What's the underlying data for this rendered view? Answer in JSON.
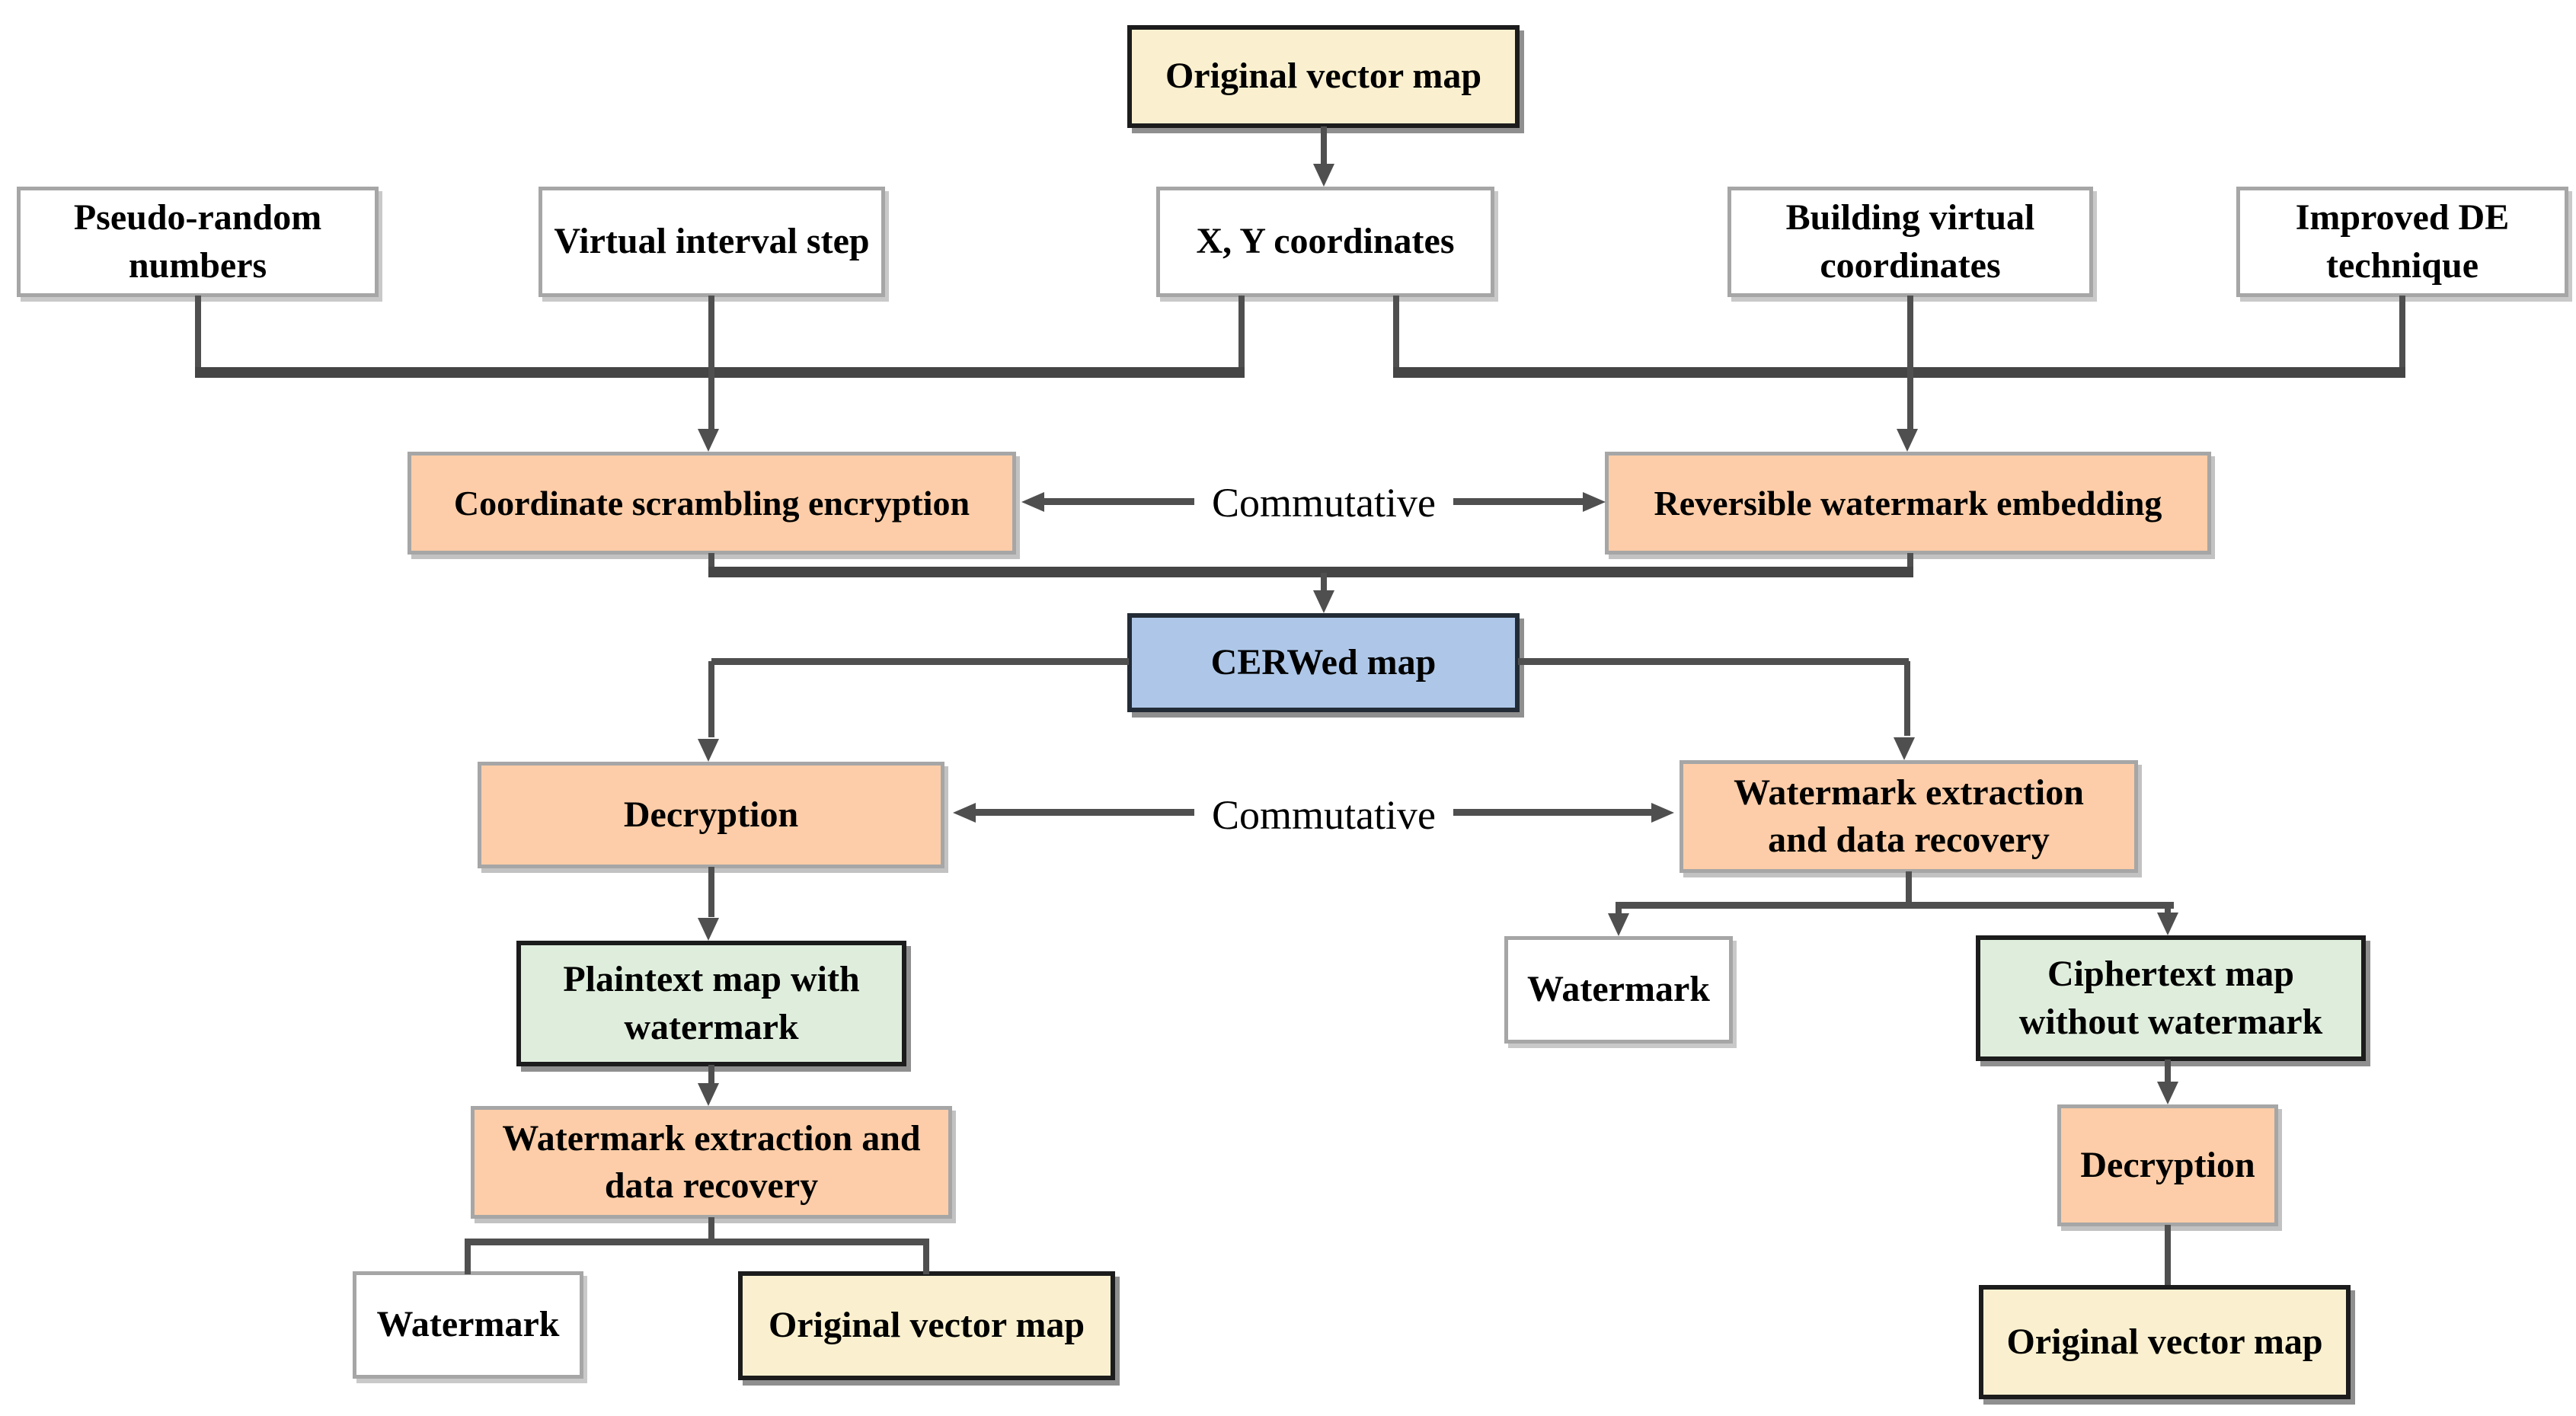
{
  "diagram": {
    "description": "Flowchart of commutative encryption and reversible watermarking (CERW) for vector maps",
    "palette": {
      "yellow_box": "#FAF0CF",
      "orange_box": "#FCCDA8",
      "blue_box": "#AEC7E8",
      "green_box": "#DFEEDC",
      "white_box": "#FFFFFF",
      "gray_border": "#A6A6A6",
      "black_border": "#1C1C1C",
      "connector_line": "#4F4F4F",
      "text": "#000000"
    },
    "nodes": {
      "original_top": {
        "label": "Original vector map",
        "kind": "yellow"
      },
      "pseudo_random": {
        "label": "Pseudo-random numbers",
        "kind": "white"
      },
      "virtual_interval": {
        "label": "Virtual interval step",
        "kind": "white"
      },
      "xy_coordinates": {
        "label": "X, Y coordinates",
        "kind": "white"
      },
      "building_virtual": {
        "label": "Building virtual coordinates",
        "kind": "white"
      },
      "improved_de": {
        "label": "Improved DE technique",
        "kind": "white"
      },
      "coordinate_scrambling": {
        "label": "Coordinate scrambling encryption",
        "kind": "orange"
      },
      "commutative_top": {
        "label": "Commutative",
        "kind": "plain"
      },
      "reversible_embedding": {
        "label": "Reversible watermark embedding",
        "kind": "orange"
      },
      "cerwed_map": {
        "label": "CERWed map",
        "kind": "blue"
      },
      "decryption_left": {
        "label": "Decryption",
        "kind": "orange"
      },
      "commutative_bottom": {
        "label": "Commutative",
        "kind": "plain"
      },
      "extraction_right": {
        "label": "Watermark extraction and data recovery",
        "kind": "orange"
      },
      "plaintext_map": {
        "label": "Plaintext map with watermark",
        "kind": "green"
      },
      "watermark_mid": {
        "label": "Watermark",
        "kind": "white"
      },
      "ciphertext_map": {
        "label": "Ciphertext map without watermark",
        "kind": "green"
      },
      "extraction_left": {
        "label": "Watermark extraction and data recovery",
        "kind": "orange"
      },
      "decryption_right": {
        "label": "Decryption",
        "kind": "orange"
      },
      "watermark_bottom": {
        "label": "Watermark",
        "kind": "white"
      },
      "original_left": {
        "label": "Original vector map",
        "kind": "yellow"
      },
      "original_right": {
        "label": "Original vector map",
        "kind": "yellow"
      }
    },
    "edges": [
      {
        "from": "original_top",
        "to": "xy_coordinates",
        "style": "arrow"
      },
      {
        "from": "pseudo_random",
        "to": "coordinate_scrambling",
        "style": "merge-bar"
      },
      {
        "from": "xy_coordinates",
        "to": "coordinate_scrambling",
        "style": "merge-bar"
      },
      {
        "from": "virtual_interval",
        "to": "coordinate_scrambling",
        "style": "arrow"
      },
      {
        "from": "xy_coordinates",
        "to": "reversible_embedding",
        "style": "merge-bar"
      },
      {
        "from": "improved_de",
        "to": "reversible_embedding",
        "style": "merge-bar"
      },
      {
        "from": "building_virtual",
        "to": "reversible_embedding",
        "style": "arrow"
      },
      {
        "from": "commutative_top",
        "to": "coordinate_scrambling",
        "style": "arrow"
      },
      {
        "from": "commutative_top",
        "to": "reversible_embedding",
        "style": "arrow"
      },
      {
        "from": "coordinate_scrambling",
        "to": "cerwed_map",
        "style": "arrow"
      },
      {
        "from": "reversible_embedding",
        "to": "cerwed_map",
        "style": "arrow"
      },
      {
        "from": "cerwed_map",
        "to": "decryption_left",
        "style": "arrow"
      },
      {
        "from": "cerwed_map",
        "to": "extraction_right",
        "style": "arrow"
      },
      {
        "from": "commutative_bottom",
        "to": "decryption_left",
        "style": "arrow"
      },
      {
        "from": "commutative_bottom",
        "to": "extraction_right",
        "style": "arrow"
      },
      {
        "from": "decryption_left",
        "to": "plaintext_map",
        "style": "arrow"
      },
      {
        "from": "plaintext_map",
        "to": "extraction_left",
        "style": "arrow"
      },
      {
        "from": "extraction_right",
        "to": "watermark_mid",
        "style": "arrow"
      },
      {
        "from": "extraction_right",
        "to": "ciphertext_map",
        "style": "arrow"
      },
      {
        "from": "ciphertext_map",
        "to": "decryption_right",
        "style": "arrow"
      },
      {
        "from": "extraction_left",
        "to": "watermark_bottom",
        "style": "line"
      },
      {
        "from": "extraction_left",
        "to": "original_left",
        "style": "line"
      },
      {
        "from": "decryption_right",
        "to": "original_right",
        "style": "line"
      }
    ]
  }
}
